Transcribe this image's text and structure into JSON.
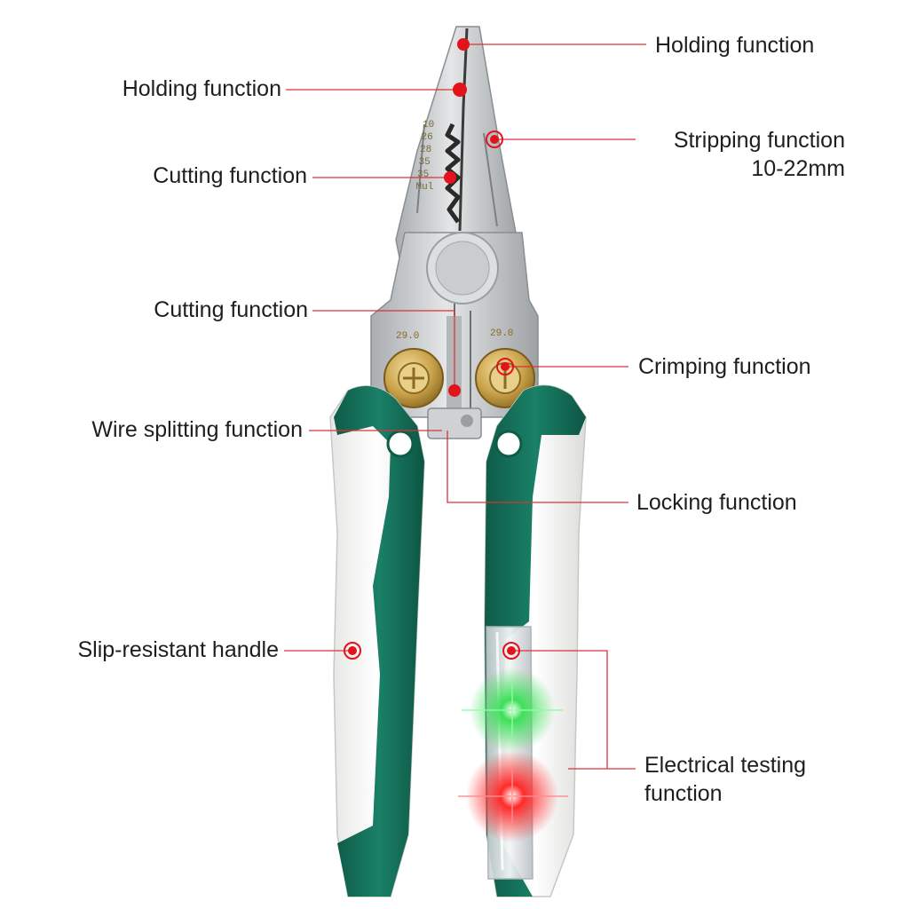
{
  "colors": {
    "background": "#ffffff",
    "handle_green": "#14705a",
    "handle_white": "#f3f3f1",
    "steel": "#c9cbcc",
    "brass": "#c9a24a",
    "marker_red": "#e3131b",
    "leader_red": "#d9333a",
    "glow_green": "#3ee05a",
    "glow_red": "#ff2a2a",
    "text": "#1e1e1e"
  },
  "jaw_marks": [
    "10",
    "26",
    "28",
    "35",
    "35",
    "Mul"
  ],
  "crimp_marks": [
    "29.0",
    "29.0"
  ],
  "callouts": {
    "holding_top": "Holding function",
    "holding_left": "Holding function",
    "stripping": [
      "Stripping function",
      "10-22mm"
    ],
    "cutting_upper": "Cutting function",
    "cutting_lower": "Cutting function",
    "crimping": "Crimping function",
    "wire_splitting": "Wire splitting function",
    "locking": "Locking function",
    "slip_resistant": "Slip-resistant handle",
    "electrical_testing": [
      "Electrical testing",
      "function"
    ]
  }
}
